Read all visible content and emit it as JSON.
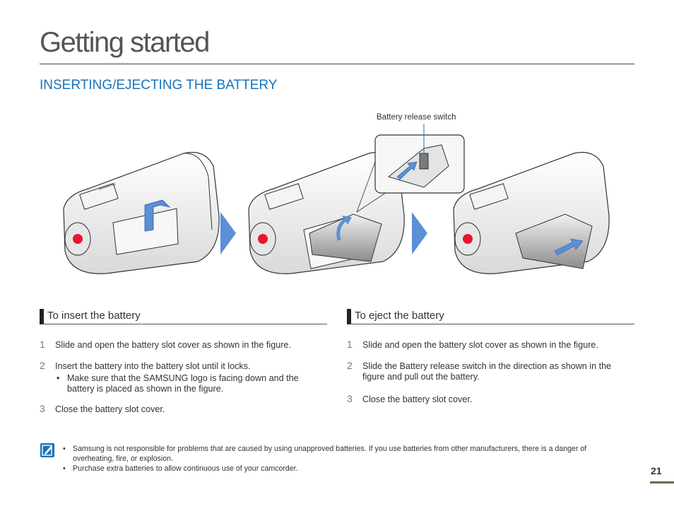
{
  "title": "Getting started",
  "section_heading": "INSERTING/EJECTING THE BATTERY",
  "figure": {
    "callout_label": "Battery release switch",
    "brand_text": "SAMSUNG",
    "accent_color": "#1a73b8",
    "arrow_color": "#5b8fd6"
  },
  "insert": {
    "heading": "To insert the battery",
    "steps": [
      {
        "num": "1",
        "text": "Slide and open the battery slot cover as shown in the figure."
      },
      {
        "num": "2",
        "text": "Insert the battery into the battery slot until it locks.",
        "bullets": [
          "Make sure that the SAMSUNG logo is facing down and the battery is placed as shown in the figure."
        ]
      },
      {
        "num": "3",
        "text": "Close the battery slot cover."
      }
    ]
  },
  "eject": {
    "heading": "To eject the battery",
    "steps": [
      {
        "num": "1",
        "text": "Slide and open the battery slot cover as shown in the figure."
      },
      {
        "num": "2",
        "text": "Slide the Battery release switch in the direction as shown in the figure and pull out the battery."
      },
      {
        "num": "3",
        "text": "Close the battery slot cover."
      }
    ]
  },
  "notes": [
    "Samsung is not responsible for problems that are caused by using unapproved batteries. If you use batteries from other manufacturers, there is a danger of overheating, fire, or explosion.",
    "Purchase extra batteries to allow continuous use of your camcorder."
  ],
  "page_number": "21"
}
